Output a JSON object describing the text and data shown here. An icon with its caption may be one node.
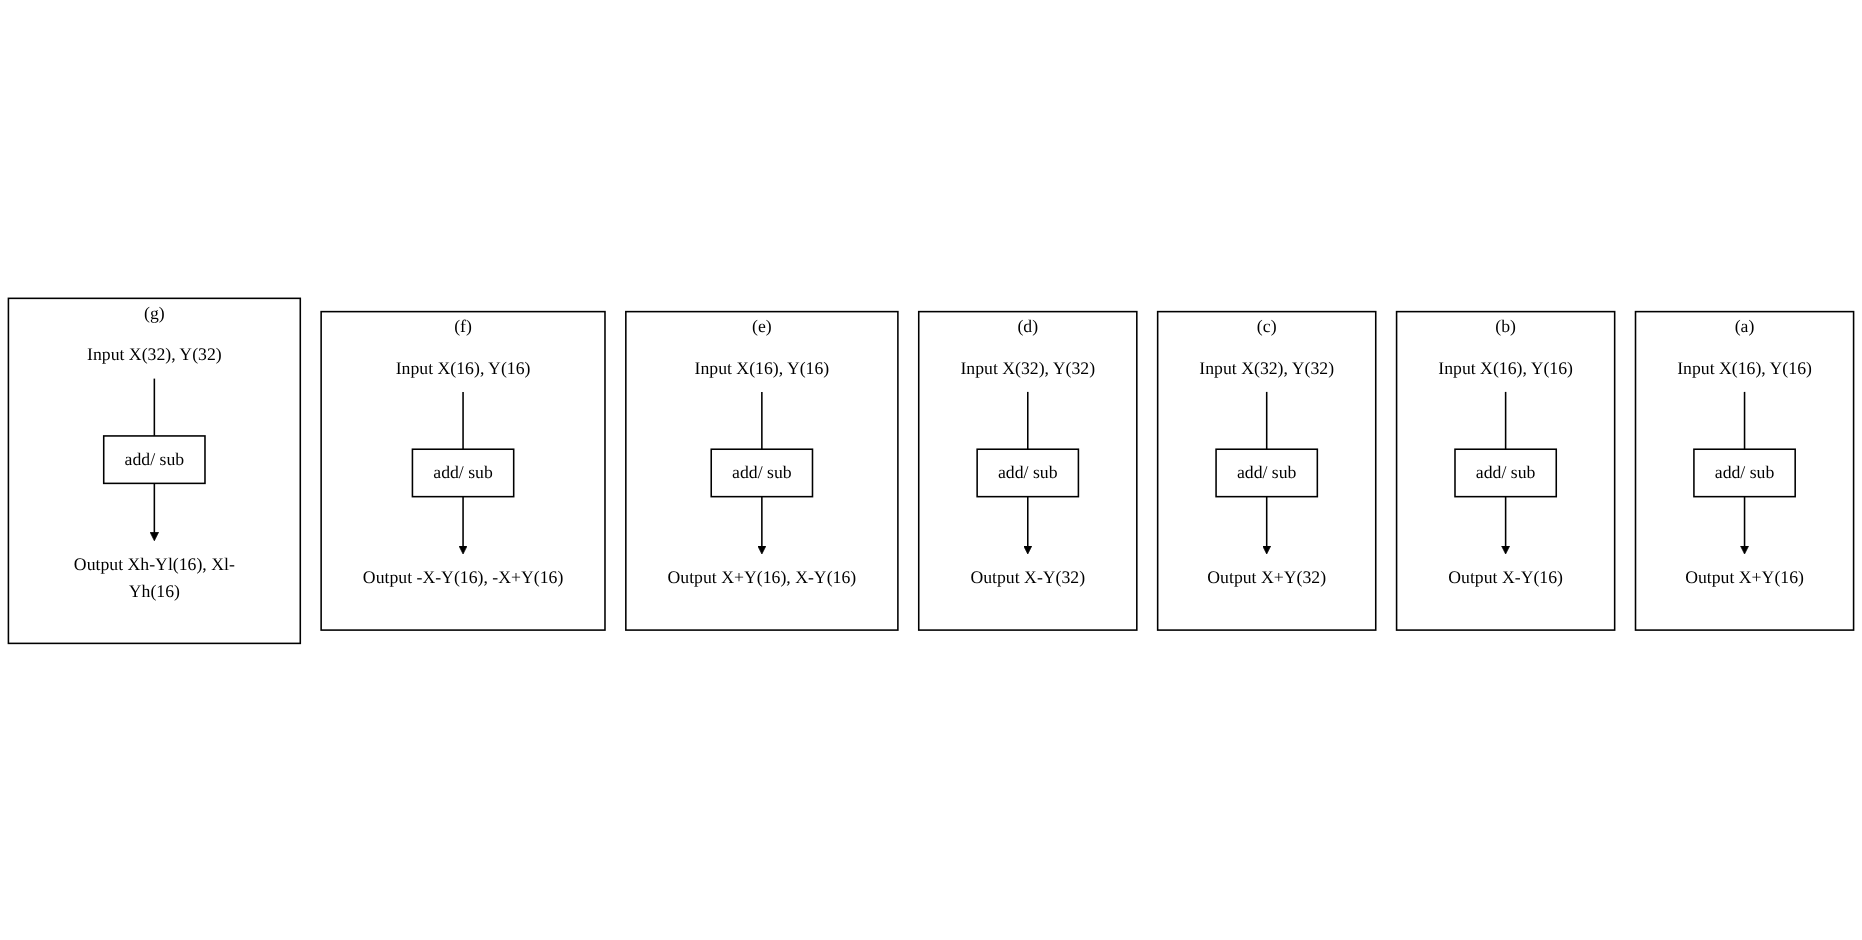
{
  "diagram": {
    "nodes": [
      {
        "text": [
          "(a)"
        ]
      },
      {
        "text": [
          "Input X(16), Y(16)"
        ],
        "in": 0
      },
      {
        "text": [
          "add/ sub"
        ],
        "in": 0
      },
      {
        "text": [
          "Output X+Y(16)"
        ],
        "in": 0
      },
      {
        "text": [
          "(b)"
        ]
      },
      {
        "text": [
          "Input X(16), Y(16)"
        ],
        "in": 4
      },
      {
        "text": [
          "add/ sub"
        ],
        "in": 4
      },
      {
        "text": [
          "Output X-Y(16)"
        ],
        "in": 4
      },
      {
        "text": [
          "(c)"
        ]
      },
      {
        "text": [
          "Input X(32), Y(32)"
        ],
        "in": 8
      },
      {
        "text": [
          "add/ sub"
        ],
        "in": 8
      },
      {
        "text": [
          "Output X+Y(32)"
        ],
        "in": 8
      },
      {
        "text": [
          "(d)"
        ]
      },
      {
        "text": [
          "Input X(32), Y(32)"
        ],
        "in": 12
      },
      {
        "text": [
          "add/ sub"
        ],
        "in": 12
      },
      {
        "text": [
          "Output X-Y(32)"
        ],
        "in": 12
      },
      {
        "text": [
          "(e)"
        ]
      },
      {
        "text": [
          "Input X(16), Y(16)"
        ],
        "in": 16
      },
      {
        "text": [
          "add/ sub"
        ],
        "in": 16
      },
      {
        "text": [
          "Output X+Y(16), X-Y(16)"
        ],
        "in": 16
      },
      {
        "text": [
          "(f)"
        ]
      },
      {
        "text": [
          "Input X(16), Y(16)"
        ],
        "in": 20
      },
      {
        "text": [
          "add/ sub"
        ],
        "in": 20
      },
      {
        "text": [
          "Output -X-Y(16), -X+Y(16)"
        ],
        "in": 20
      },
      {
        "text": [
          "(g)"
        ]
      },
      {
        "text": [
          "Input X(32), Y(32)"
        ],
        "in": 24
      },
      {
        "text": [
          "add/ sub"
        ],
        "in": 24
      },
      {
        "text": [
          "Output Xh-Yl(16), Xl-Yh(16)"
        ],
        "in": 24
      }
    ],
    "edges": [
      {
        "from": 1,
        "to": 2,
        "arrow": "none"
      },
      {
        "from": 2,
        "to": 3,
        "arrow": "to"
      },
      {
        "from": 5,
        "to": 6,
        "arrow": "none"
      },
      {
        "from": 6,
        "to": 7,
        "arrow": "to"
      },
      {
        "from": 9,
        "to": 10,
        "arrow": "none"
      },
      {
        "from": 10,
        "to": 11,
        "arrow": "to"
      },
      {
        "from": 13,
        "to": 14,
        "arrow": "none"
      },
      {
        "from": 14,
        "to": 15,
        "arrow": "to"
      },
      {
        "from": 17,
        "to": 18,
        "arrow": "none"
      },
      {
        "from": 18,
        "to": 19,
        "arrow": "to"
      },
      {
        "from": 21,
        "to": 22,
        "arrow": "none"
      },
      {
        "from": 22,
        "to": 23,
        "arrow": "to"
      },
      {
        "from": 25,
        "to": 26,
        "arrow": "none"
      },
      {
        "from": 26,
        "to": 27,
        "arrow": "to"
      }
    ]
  }
}
